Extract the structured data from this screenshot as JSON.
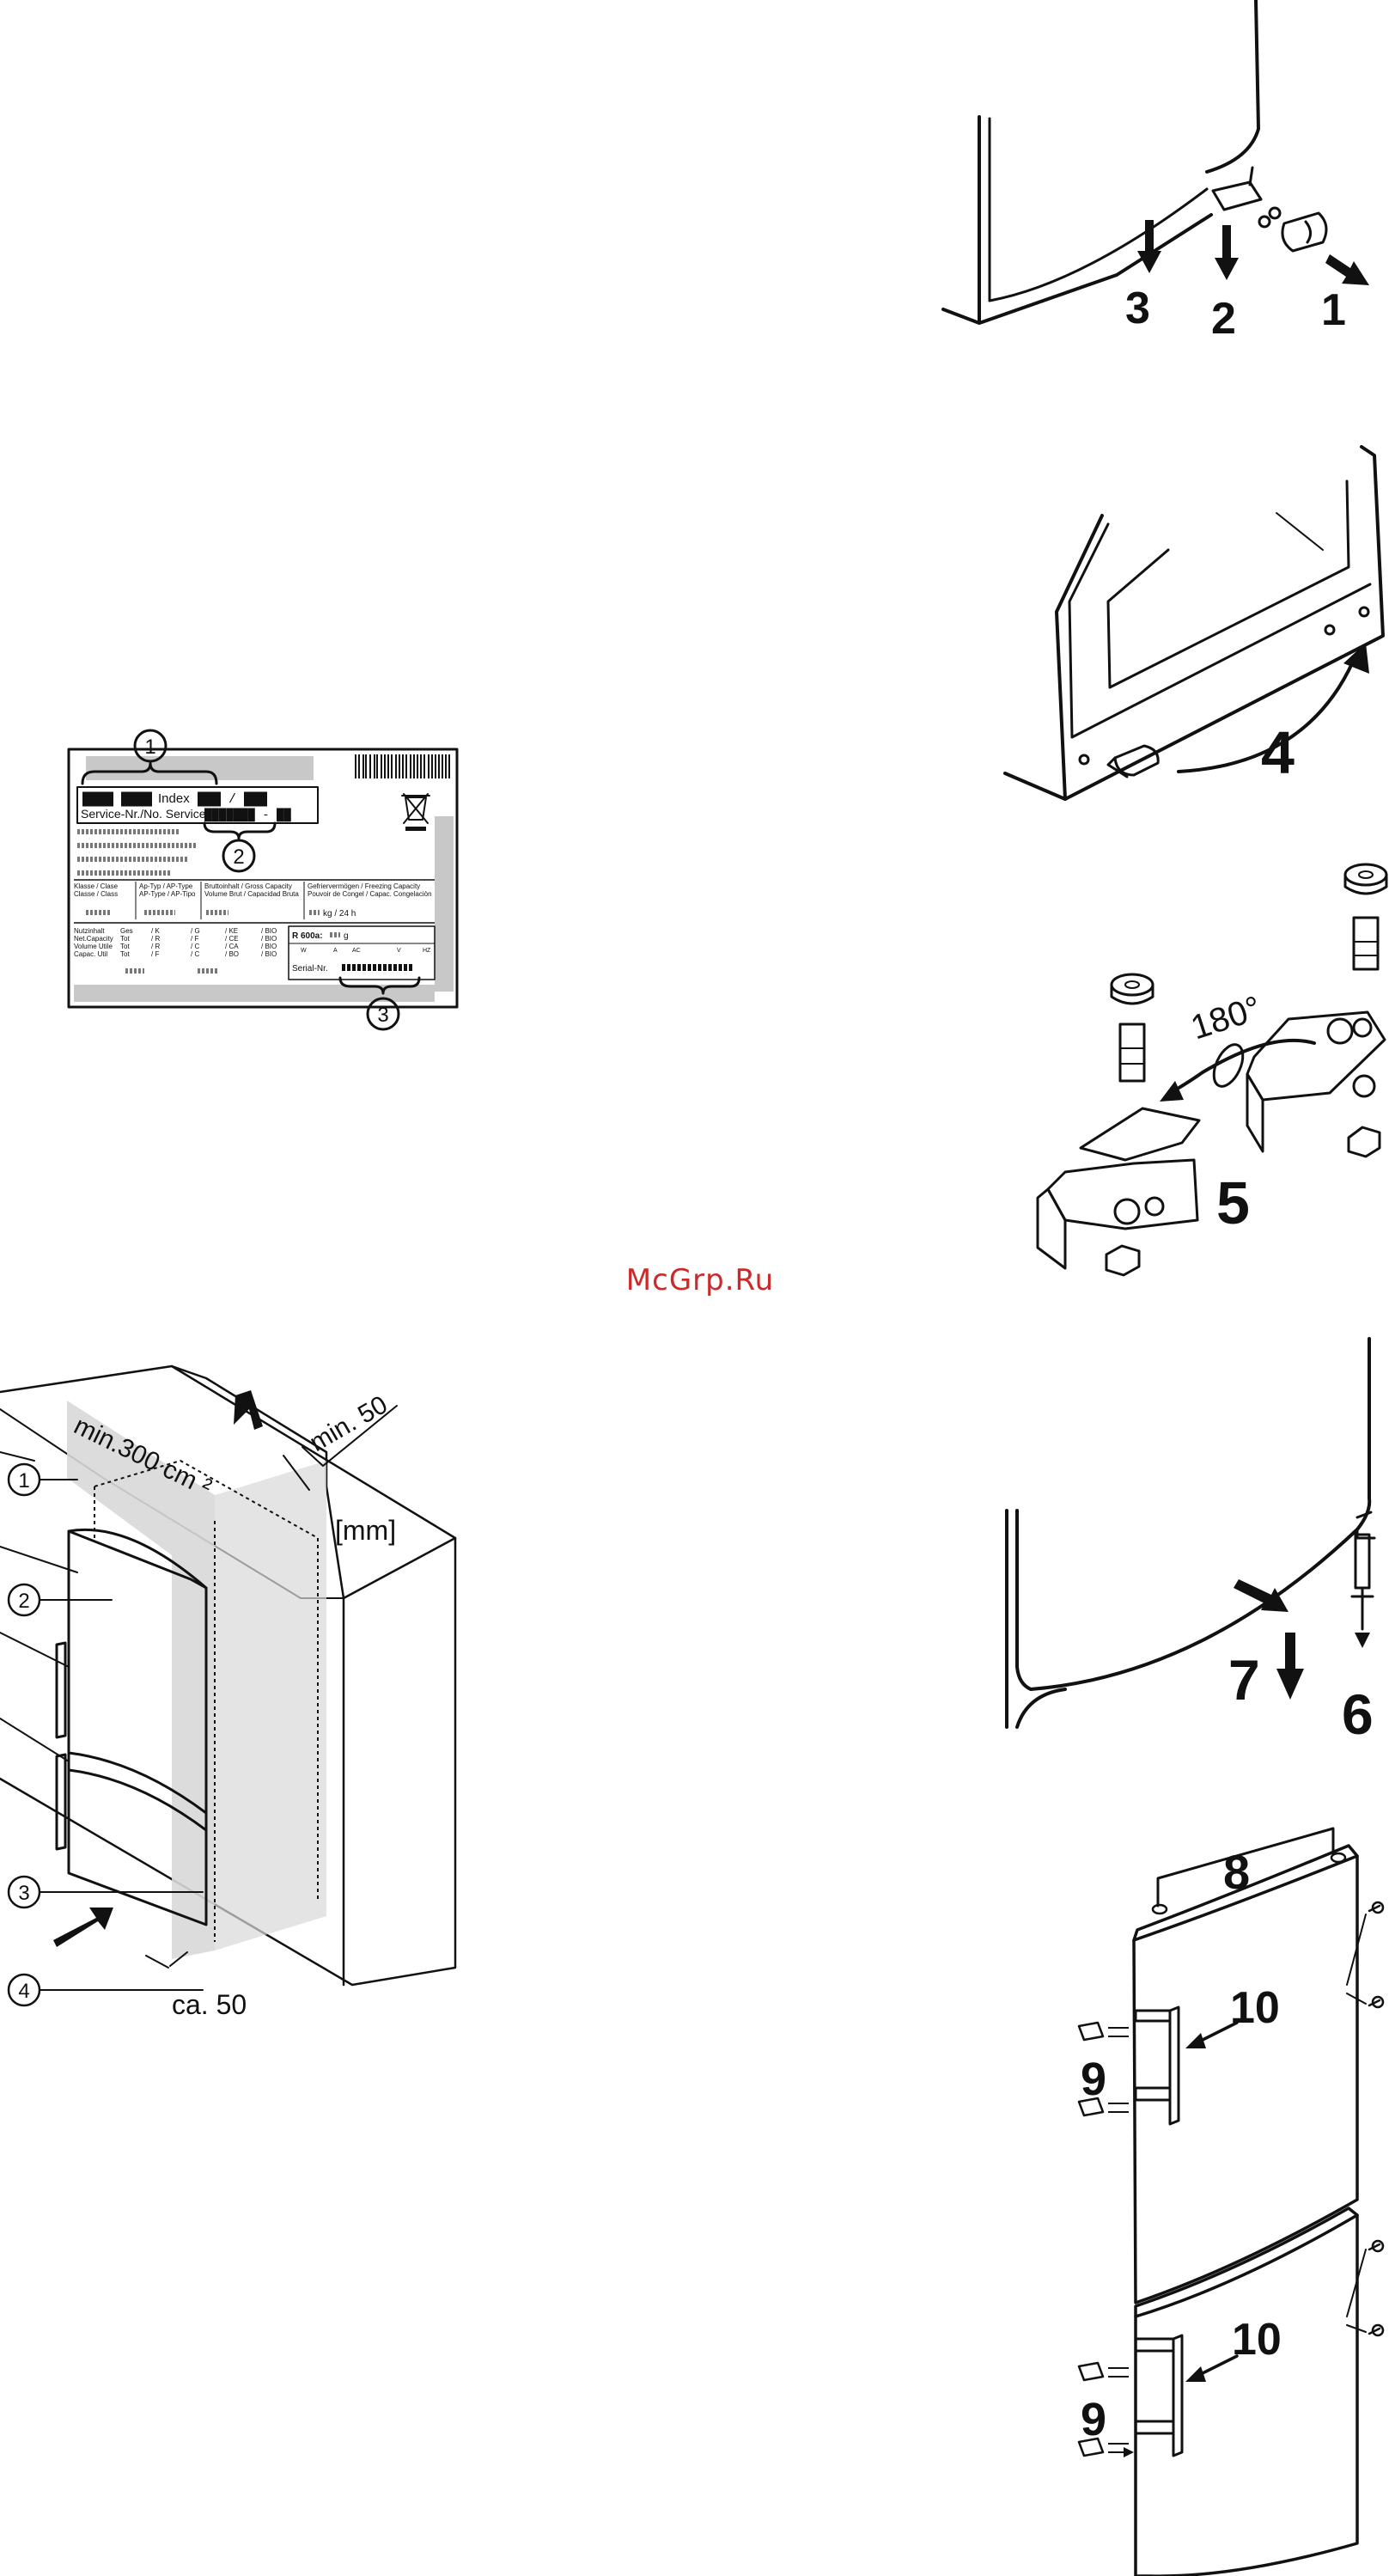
{
  "watermark": "McGrp.Ru",
  "step_numbers": [
    "1",
    "2",
    "3",
    "4",
    "5",
    "6",
    "7",
    "8",
    "9",
    "10"
  ],
  "hinge_angle": "180°",
  "rating_plate": {
    "callouts": [
      "1",
      "2",
      "3"
    ],
    "index_label": "Index",
    "index_value": "███ / ███",
    "model_value": "████ ████",
    "service_label": "Service-Nr./No. Service:",
    "service_value": "███████ - ██",
    "col1_header": [
      "Klasse / Clase",
      "Classe / Class"
    ],
    "col2_header": [
      "Ap-Typ / AP-Type",
      "AP-Type / AP-Tipo"
    ],
    "col3_header": [
      "Bruttoinhalt / Gross Capacity",
      "Volume Brut / Capacidad Bruta"
    ],
    "col4_header": [
      "Gefriervermögen / Freezing Capacity",
      "Pouvoir de Congel / Capac. Congelaciòn"
    ],
    "kg_label": "kg / 24 h",
    "net_labels": [
      "Nutzinhalt",
      "Net.Capacity",
      "Volume Utile",
      "Capac. Util"
    ],
    "net_col1": [
      "Ges",
      "Tot",
      "Tot",
      "Tot"
    ],
    "net_col2": [
      "/ K",
      "/ R",
      "/ R",
      "/ F"
    ],
    "net_col3": [
      "/ G",
      "/ F",
      "/ C",
      "/ C"
    ],
    "net_col4": [
      "/ KE",
      "/ CE",
      "/ CA",
      "/ BO"
    ],
    "net_col5": [
      "/ BIO",
      "/ BIO",
      "/ BIO",
      "/ BIO"
    ],
    "refrigerant_label": "R 600a:",
    "refrigerant_unit": "g",
    "power_row": [
      "W",
      "A",
      "AC",
      "V",
      "HZ"
    ],
    "serial_label": "Serial-Nr."
  },
  "installation": {
    "callouts": [
      "1",
      "2",
      "3",
      "4"
    ],
    "vent_area": "min.300 cm ²",
    "top_gap": "min. 50",
    "side_gap": "ca. 50",
    "unit": "[mm]"
  }
}
